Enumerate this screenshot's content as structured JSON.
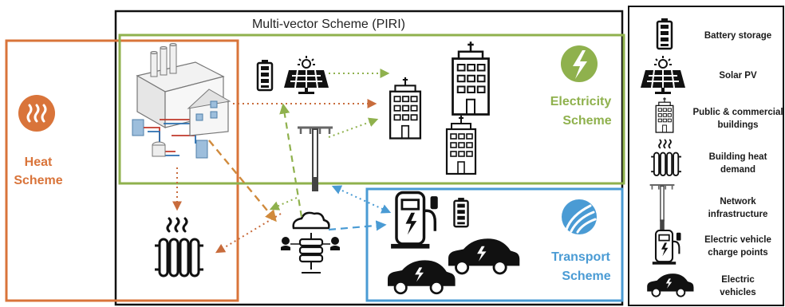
{
  "piri_title": "Multi-vector Scheme (PIRI)",
  "schemes": {
    "heat": {
      "line1": "Heat",
      "line2": "Scheme",
      "color": "#d9743a"
    },
    "electricity": {
      "line1": "Electricity",
      "line2": "Scheme",
      "color": "#8fb14d"
    },
    "transport": {
      "line1": "Transport",
      "line2": "Scheme",
      "color": "#4a9bd4"
    }
  },
  "colors": {
    "dotted_red": "#c86c3c",
    "dotted_green": "#8fb14d",
    "dotted_blue": "#4a9bd4",
    "dashed_orange": "#d08a3c"
  },
  "legend": {
    "items": [
      {
        "icon": "battery-icon",
        "line1": "Battery storage",
        "line2": ""
      },
      {
        "icon": "solar-panel-icon",
        "line1": "Solar PV",
        "line2": ""
      },
      {
        "icon": "building-icon",
        "line1": "Public & commercial",
        "line2": "buildings"
      },
      {
        "icon": "radiator-icon",
        "line1": "Building heat",
        "line2": "demand"
      },
      {
        "icon": "network-pole-icon",
        "line1": "Network",
        "line2": "infrastructure"
      },
      {
        "icon": "charge-point-icon",
        "line1": "Electric vehicle",
        "line2": "charge points"
      },
      {
        "icon": "electric-car-icon",
        "line1": "Electric",
        "line2": "vehicles"
      }
    ]
  }
}
